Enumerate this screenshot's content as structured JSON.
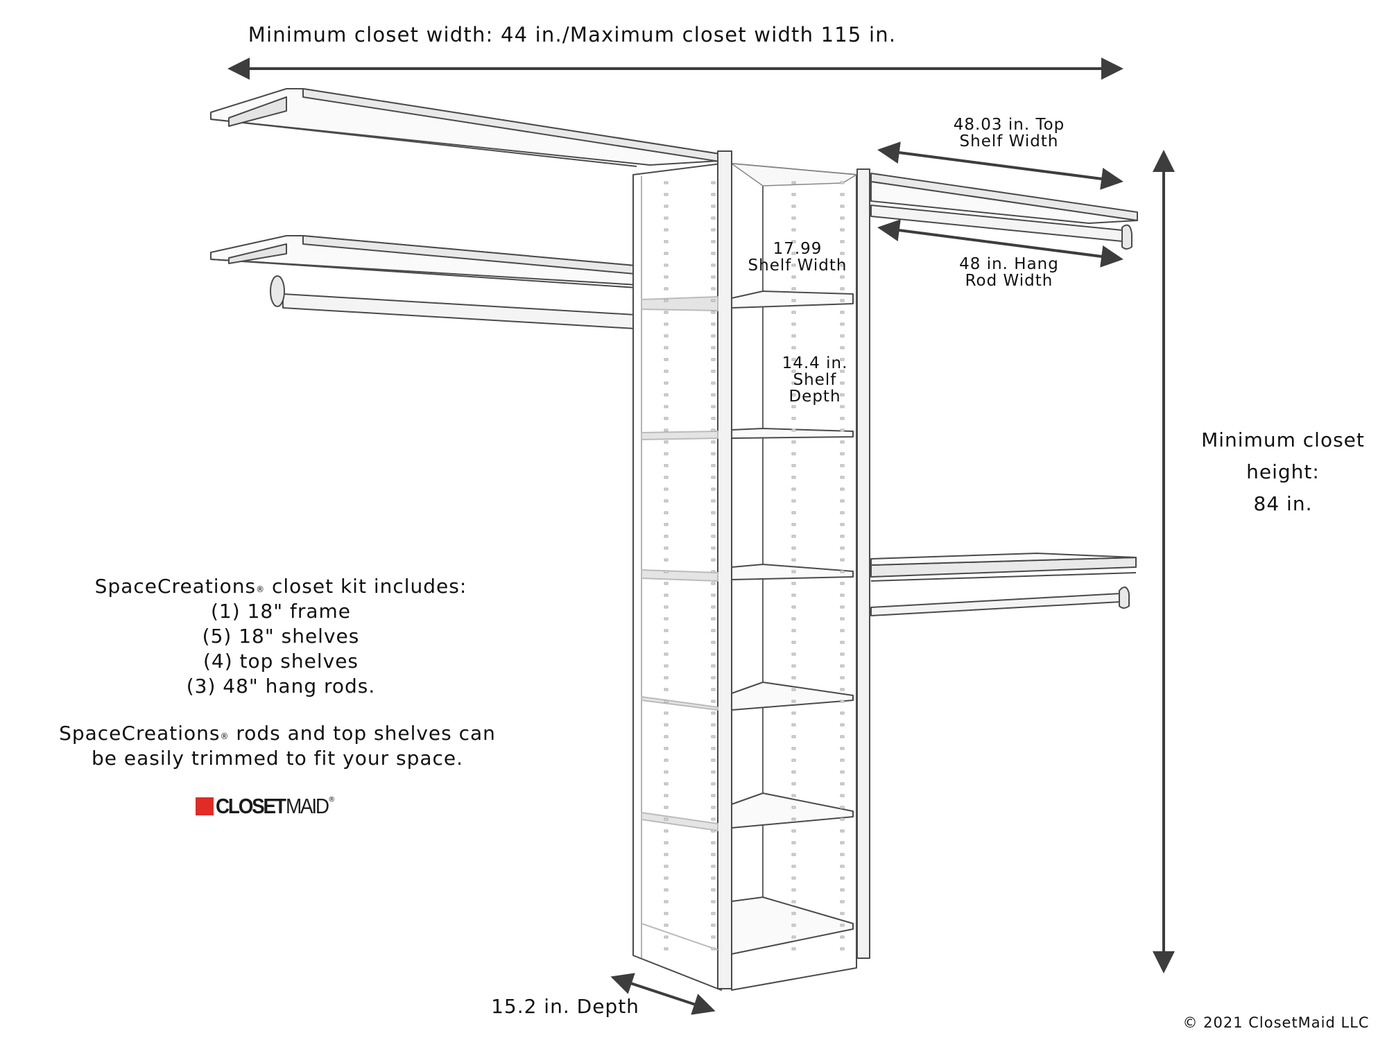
{
  "diagram": {
    "title": "Minimum closet width: 44 in./Maximum closet width 115 in.",
    "dimensions": {
      "top_shelf_width": [
        "48.03 in. Top",
        "Shelf Width"
      ],
      "hang_rod_width": [
        "48 in. Hang",
        "Rod Width"
      ],
      "shelf_width": [
        "17.99",
        "Shelf Width"
      ],
      "shelf_depth": [
        "14.4 in.",
        "Shelf",
        "Depth"
      ],
      "min_height": [
        "Minimum closet",
        "height:",
        "84 in."
      ],
      "depth": "15.2 in. Depth"
    },
    "kit": {
      "heading_brand": "SpaceCreations",
      "heading_rest": " closet kit includes:",
      "items": [
        "(1) 18\" frame",
        "(5) 18\" shelves",
        "(4) top shelves",
        "(3) 48\" hang rods."
      ]
    },
    "trim_note": {
      "brand": "SpaceCreations",
      "line1_rest": " rods and top shelves can",
      "line2": "be easily trimmed to fit your space."
    },
    "logo": {
      "bold_part": "CLOSET",
      "light_part": "MAID",
      "registered": "®",
      "accent_color": "#e02b27"
    },
    "registered_mark": "®",
    "copyright": "© 2021 ClosetMaid LLC",
    "colors": {
      "arrow": "#3d3d3d",
      "line": "#4a4a4a",
      "panel_fill": "#e6e6e6"
    }
  }
}
